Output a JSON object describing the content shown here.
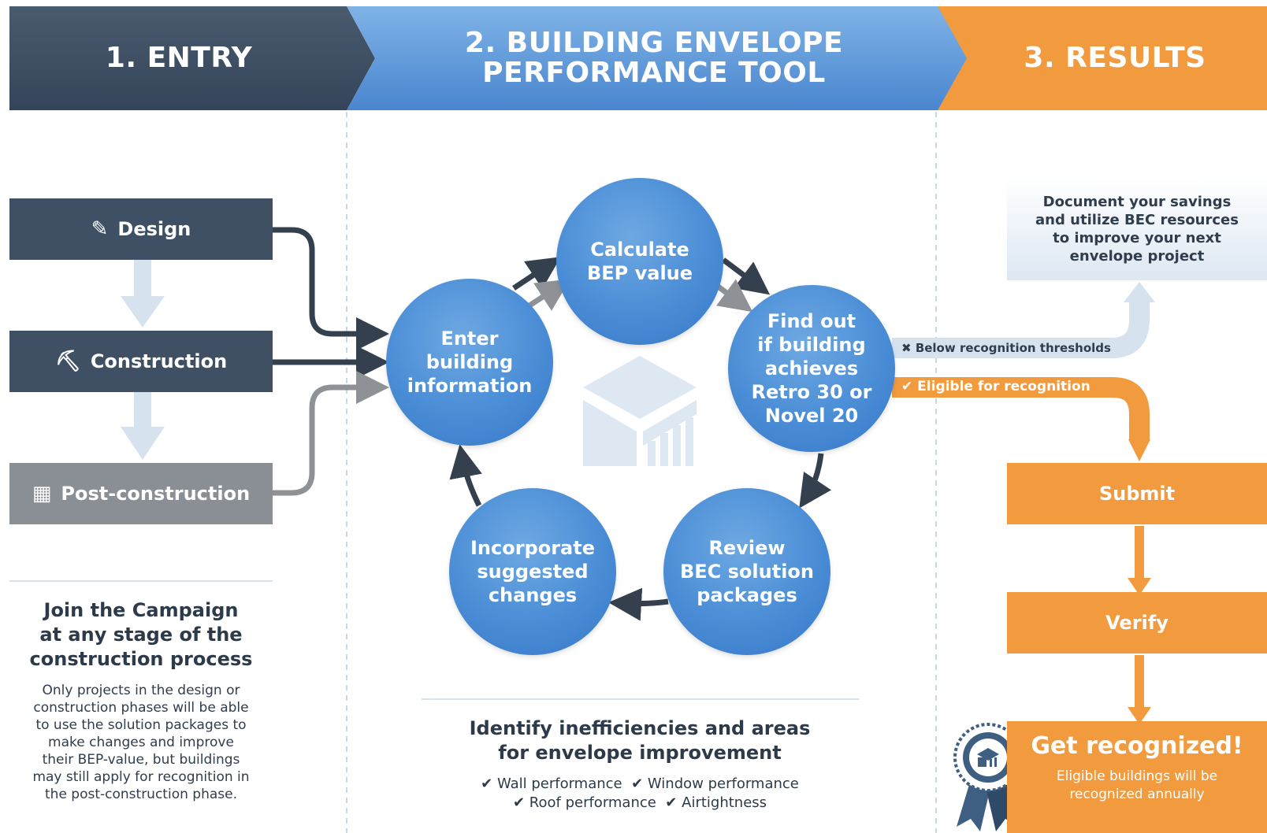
{
  "headers": {
    "entry": "1. ENTRY",
    "tool_line1": "2. BUILDING ENVELOPE",
    "tool_line2": "PERFORMANCE TOOL",
    "results": "3. RESULTS"
  },
  "entry_stages": [
    {
      "label": "Design",
      "icon": "pencil-icon"
    },
    {
      "label": "Construction",
      "icon": "crane-icon"
    },
    {
      "label": "Post-construction",
      "icon": "building-icon"
    }
  ],
  "join": {
    "title_line1": "Join the Campaign",
    "title_line2": "at any stage of the",
    "title_line3": "construction process",
    "body_lines": [
      "Only projects in the design or",
      "construction phases will be able",
      "to use the solution packages to",
      "make changes and improve",
      "their BEP-value, but buildings",
      "may still apply for recognition in",
      "the post-construction phase."
    ]
  },
  "cycle": {
    "calculate": [
      "Calculate",
      "BEP value"
    ],
    "enter": [
      "Enter",
      "building",
      "information"
    ],
    "findout": [
      "Find out",
      "if building",
      "achieves",
      "Retro 30 or",
      "Novel 20"
    ],
    "review": [
      "Review",
      "BEC solution",
      "packages"
    ],
    "incorporate": [
      "Incorporate",
      "suggested",
      "changes"
    ]
  },
  "identify": {
    "title_line1": "Identify inefficiencies and areas",
    "title_line2": "for envelope improvement",
    "checks": [
      "Wall performance",
      "Window performance",
      "Roof performance",
      "Airtightness"
    ]
  },
  "results": {
    "document_lines": [
      "Document your savings",
      "and utilize BEC resources",
      "to improve your next",
      "envelope project"
    ],
    "below": "Below recognition thresholds",
    "eligible": "Eligible for recognition",
    "submit": "Submit",
    "verify": "Verify",
    "recognized": "Get recognized!",
    "recognized_sub_line1": "Eligible buildings will be",
    "recognized_sub_line2": "recognized annually"
  },
  "colors": {
    "entry_dark": "#3f5064",
    "tool_blue": "#5b9bd8",
    "results_orange": "#f19a3e",
    "post_gray": "#8a8f96",
    "light_blue": "#d6e3ef"
  }
}
